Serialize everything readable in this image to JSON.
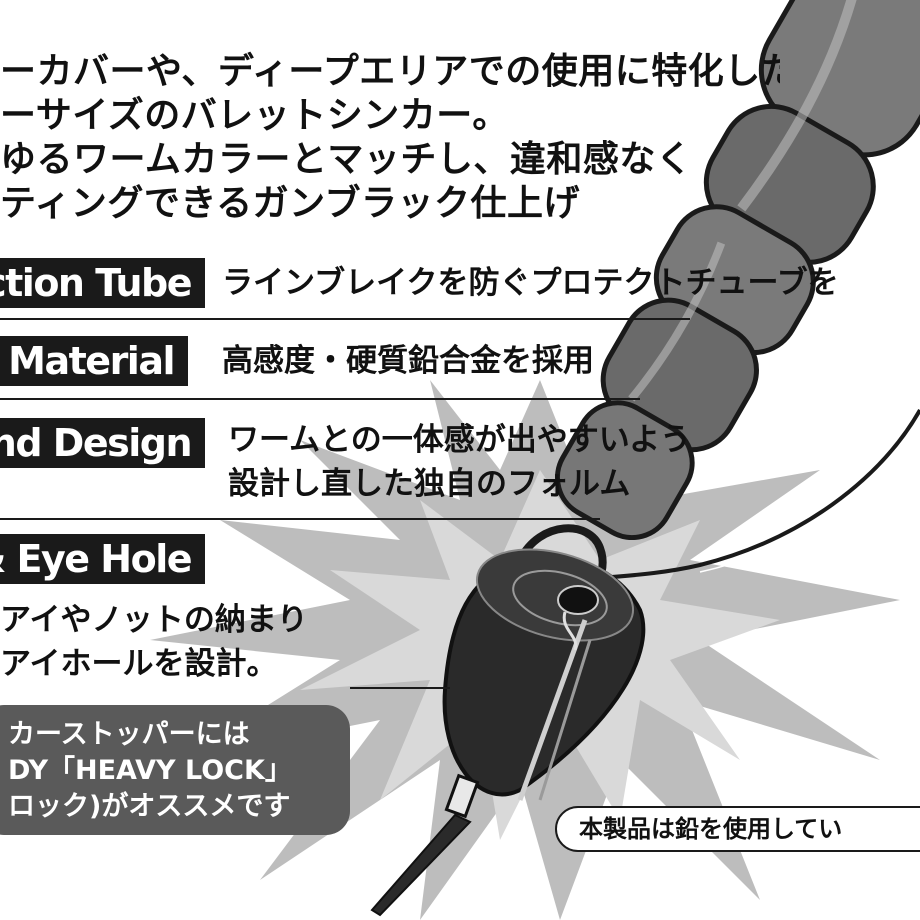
{
  "intro": [
    "ーカバーや、ディープエリアでの使用に特化した",
    "ーサイズのバレットシンカー。",
    "ゆるワームカラーとマッチし、違和感なく",
    "ティングできるガンブラック仕上げ"
  ],
  "features": [
    {
      "label": "ction Tube",
      "desc": [
        "ラインブレイクを防ぐプロテクトチューブを"
      ]
    },
    {
      "label": "Material",
      "desc": [
        "高感度・硬質鉛合金を採用"
      ]
    },
    {
      "label": "End Design",
      "desc": [
        "ワームとの一体感が出やすいよう",
        "設計し直した独自のフォルム"
      ]
    },
    {
      "label": "& Eye Hole",
      "desc": [
        "アイやノットの納まり",
        "アイホールを設計。"
      ]
    }
  ],
  "callout": [
    "カーストッパーには",
    "DY「HEAVY LOCK」",
    "ロック)がオススメです"
  ],
  "notice": "本製品は鉛を使用してい",
  "colors": {
    "ink": "#1a1a1a",
    "burst": "#bdbdbd",
    "callout": "#5a5a5a"
  }
}
